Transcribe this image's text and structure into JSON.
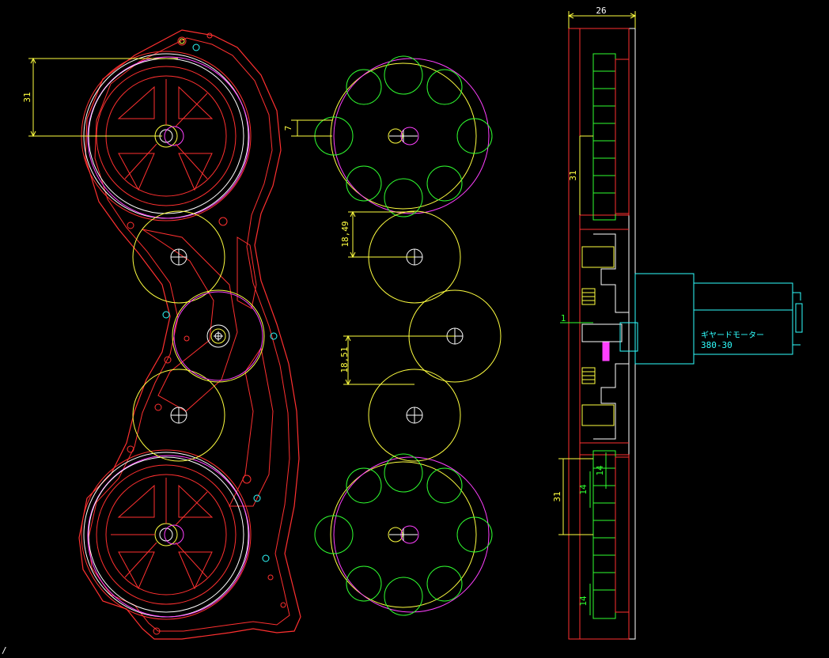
{
  "drawing": {
    "colors": {
      "background": "#000000",
      "frame": "#ff3030",
      "outline": "#ffffff",
      "gear": "#ffff40",
      "wheel": "#30ff30",
      "circle": "#ff40ff",
      "motor": "#30ffff",
      "dimension": "#ffff40"
    },
    "dimensions": {
      "left_radius": "31",
      "middle_offset": "7",
      "middle_gap_top": "18,49",
      "middle_gap_bottom": "18,51",
      "side_width": "26",
      "side_top": "31",
      "side_bottom": "31",
      "side_clearance": "1",
      "side_tooth_a": "14",
      "side_tooth_b": "14",
      "side_tooth_c": "14"
    },
    "motor": {
      "name": "ギヤードモーター",
      "model": "380-30"
    },
    "corner_mark": "/"
  }
}
